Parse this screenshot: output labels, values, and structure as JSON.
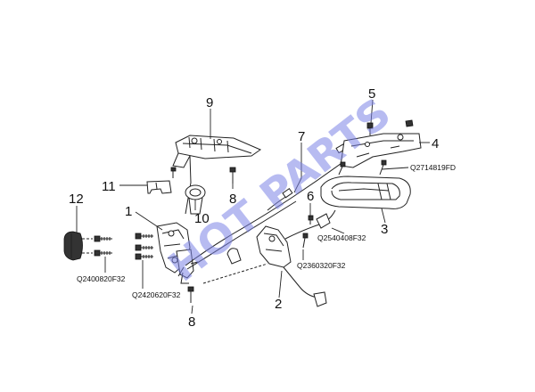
{
  "watermark": "HOT PARTS",
  "callouts": {
    "c1": "1",
    "c2": "2",
    "c3": "3",
    "c4": "4",
    "c5": "5",
    "c6": "6",
    "c7": "7",
    "c8a": "8",
    "c8b": "8",
    "c9": "9",
    "c10": "10",
    "c11": "11",
    "c12": "12"
  },
  "part_codes": {
    "q2714819fd": "Q2714819FD",
    "q2540408f32": "Q2540408F32",
    "q2360320f32": "Q2360320F32",
    "q2400820f32": "Q2400820F32",
    "q2420620f32": "Q2420620F32"
  },
  "colors": {
    "watermark": "#7c83e6",
    "line": "#222222"
  }
}
